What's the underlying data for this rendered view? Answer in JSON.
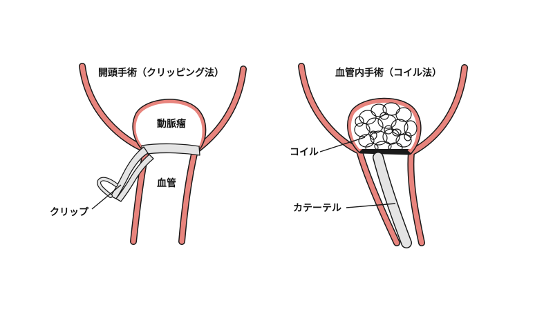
{
  "left_panel": {
    "title": "開頭手術（クリッピング法）",
    "aneurysm_label": "動脈瘤",
    "vessel_label": "血管",
    "clip_label": "クリップ"
  },
  "right_panel": {
    "title": "血管内手術（コイル法）",
    "coil_label": "コイル",
    "catheter_label": "カテーテル"
  },
  "colors": {
    "vessel_wall": "#e8847d",
    "outline": "#1a1a1a",
    "clip_fill": "#e4e4e4",
    "background": "#ffffff"
  }
}
